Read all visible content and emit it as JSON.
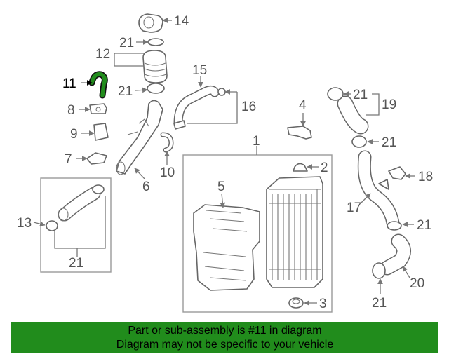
{
  "highlight_color": "#218c1c",
  "callouts": {
    "c1": "1",
    "c2": "2",
    "c3": "3",
    "c4": "4",
    "c5": "5",
    "c6": "6",
    "c7": "7",
    "c8": "8",
    "c9": "9",
    "c10": "10",
    "c11": "11",
    "c12": "12",
    "c13": "13",
    "c14": "14",
    "c15": "15",
    "c16": "16",
    "c17": "17",
    "c18": "18",
    "c19": "19",
    "c20": "20",
    "c21": "21"
  },
  "banner": {
    "line1": "Part or sub-assembly is #11 in diagram",
    "line2": "Diagram may not be specific to your vehicle"
  }
}
